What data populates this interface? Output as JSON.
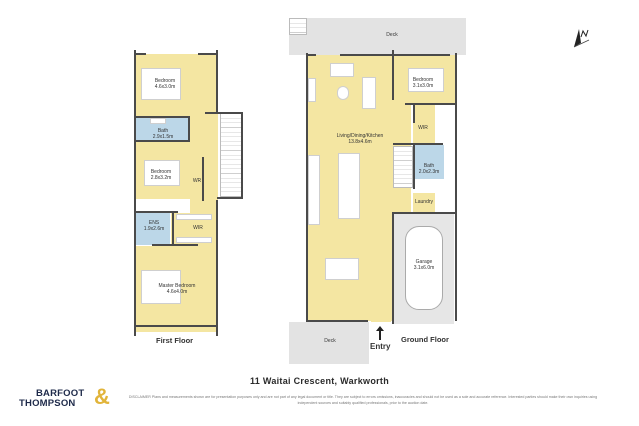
{
  "title": "11 Waitai Crescent, Warkworth",
  "disclaimer": "DISCLAIMER Plans and measurements shown are for presentation purposes only and are not part of any legal document or title. They are subject to errors omissions, inaccuracies and should not be used as a sole and accurate reference. Interested parties should make their own inquiries using independent sources and suitably qualified professionals, prior to the auction date.",
  "brand": {
    "line1": "BARFOOT",
    "line2": "THOMPSON",
    "ampersand": "&"
  },
  "compass": {
    "icon": "north-arrow-icon",
    "label": "N"
  },
  "colors": {
    "room": "#f4e6a2",
    "bath": "#bcd7e8",
    "deck": "#e3e3e3",
    "wall": "#4a4a4a",
    "brand_navy": "#1e2a4a",
    "brand_gold": "#e1b43a"
  },
  "first_floor": {
    "label": "First Floor",
    "rooms": [
      {
        "name": "Bedroom",
        "size": "4.6x3.0m"
      },
      {
        "name": "Bath",
        "size": "2.9x1.5m"
      },
      {
        "name": "Bedroom",
        "size": "2.8x3.2m"
      },
      {
        "name": "WR",
        "size": ""
      },
      {
        "name": "ENS",
        "size": "1.9x2.6m"
      },
      {
        "name": "WIR",
        "size": ""
      },
      {
        "name": "Master Bedroom",
        "size": "4.6x4.0m"
      }
    ]
  },
  "ground_floor": {
    "label": "Ground Floor",
    "entry": "Entry",
    "rooms": [
      {
        "name": "Deck",
        "size": ""
      },
      {
        "name": "Living/Dining/Kitchen",
        "size": "13.8x4.6m"
      },
      {
        "name": "Bedroom",
        "size": "3.1x3.0m"
      },
      {
        "name": "WIR",
        "size": ""
      },
      {
        "name": "Bath",
        "size": "2.0x2.3m"
      },
      {
        "name": "Laundry",
        "size": ""
      },
      {
        "name": "Garage",
        "size": "3.1x6.0m"
      },
      {
        "name": "Deck",
        "size": ""
      }
    ]
  }
}
